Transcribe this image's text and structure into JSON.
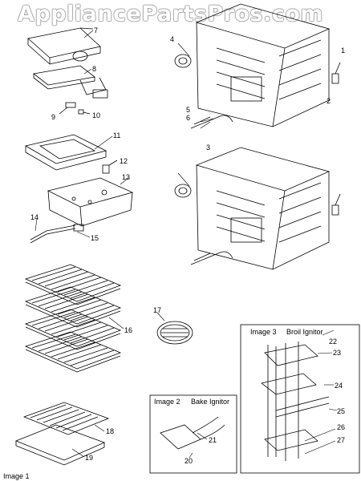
{
  "watermark": "AppliancePartsPros.com",
  "image_labels": {
    "image1": "Image 1",
    "image2": "Image 2",
    "image3": "Image 3"
  },
  "box_titles": {
    "bake": "Bake Ignitor",
    "broil": "Broil Ignitor"
  },
  "callouts": [
    "1",
    "2",
    "3",
    "4",
    "5",
    "6",
    "7",
    "8",
    "9",
    "10",
    "11",
    "12",
    "13",
    "14",
    "15",
    "16",
    "17",
    "18",
    "19",
    "20",
    "21",
    "22",
    "23",
    "24",
    "25",
    "26",
    "27"
  ]
}
